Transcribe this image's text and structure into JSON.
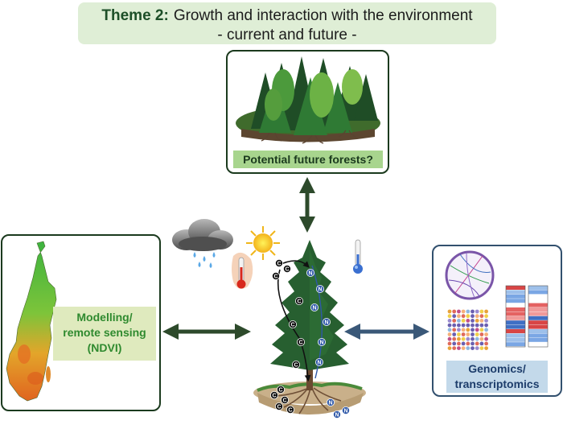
{
  "title": {
    "theme": "Theme 2:",
    "line1": "Growth and interaction with the environment",
    "line2": "- current and future -"
  },
  "panels": {
    "forest": {
      "label": "Potential future forests?"
    },
    "modelling": {
      "label_lines": [
        "Modelling/",
        "remote sensing",
        "(NDVI)"
      ]
    },
    "genomics": {
      "label_lines": [
        "Genomics/",
        "transcriptomics"
      ]
    }
  },
  "tree": {
    "carbon_symbol": "C",
    "nitrogen_symbol": "N"
  },
  "colors": {
    "banner_bg": "#dfeed6",
    "forest_border": "#1b3a1e",
    "forest_label_bg": "#a8d58e",
    "model_label_bg": "#dfeabe",
    "model_label_text": "#2f8a2f",
    "genomics_border": "#32506e",
    "genomics_label_bg": "#c3d9ea",
    "genomics_label_text": "#1d3d6b",
    "arrow_green": "#2d4a2b",
    "arrow_blue": "#3a5878"
  },
  "icons": [
    "rain-cloud-icon",
    "sun-icon",
    "hot-thermometer-icon",
    "cold-thermometer-icon"
  ]
}
